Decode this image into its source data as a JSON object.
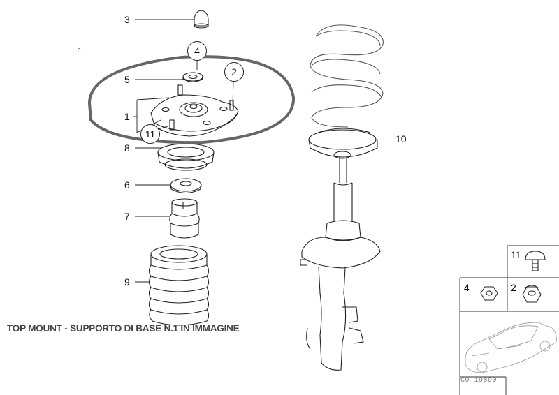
{
  "caption": "TOP MOUNT - SUPPORTO DI BASE N.1 IN IMMAGINE",
  "ref_code": "C0 19890",
  "callouts": {
    "p1": "1",
    "p2": "2",
    "p3": "3",
    "p4": "4",
    "p5": "5",
    "p6": "6",
    "p7": "7",
    "p8": "8",
    "p9": "9",
    "p10": "10",
    "p11": "11"
  },
  "inset": {
    "i11": "11",
    "i4": "4",
    "i2": "2"
  },
  "stray_mark": "0",
  "colors": {
    "line": "#222222",
    "highlight_ellipse": "#666666",
    "caption": "#444444"
  }
}
